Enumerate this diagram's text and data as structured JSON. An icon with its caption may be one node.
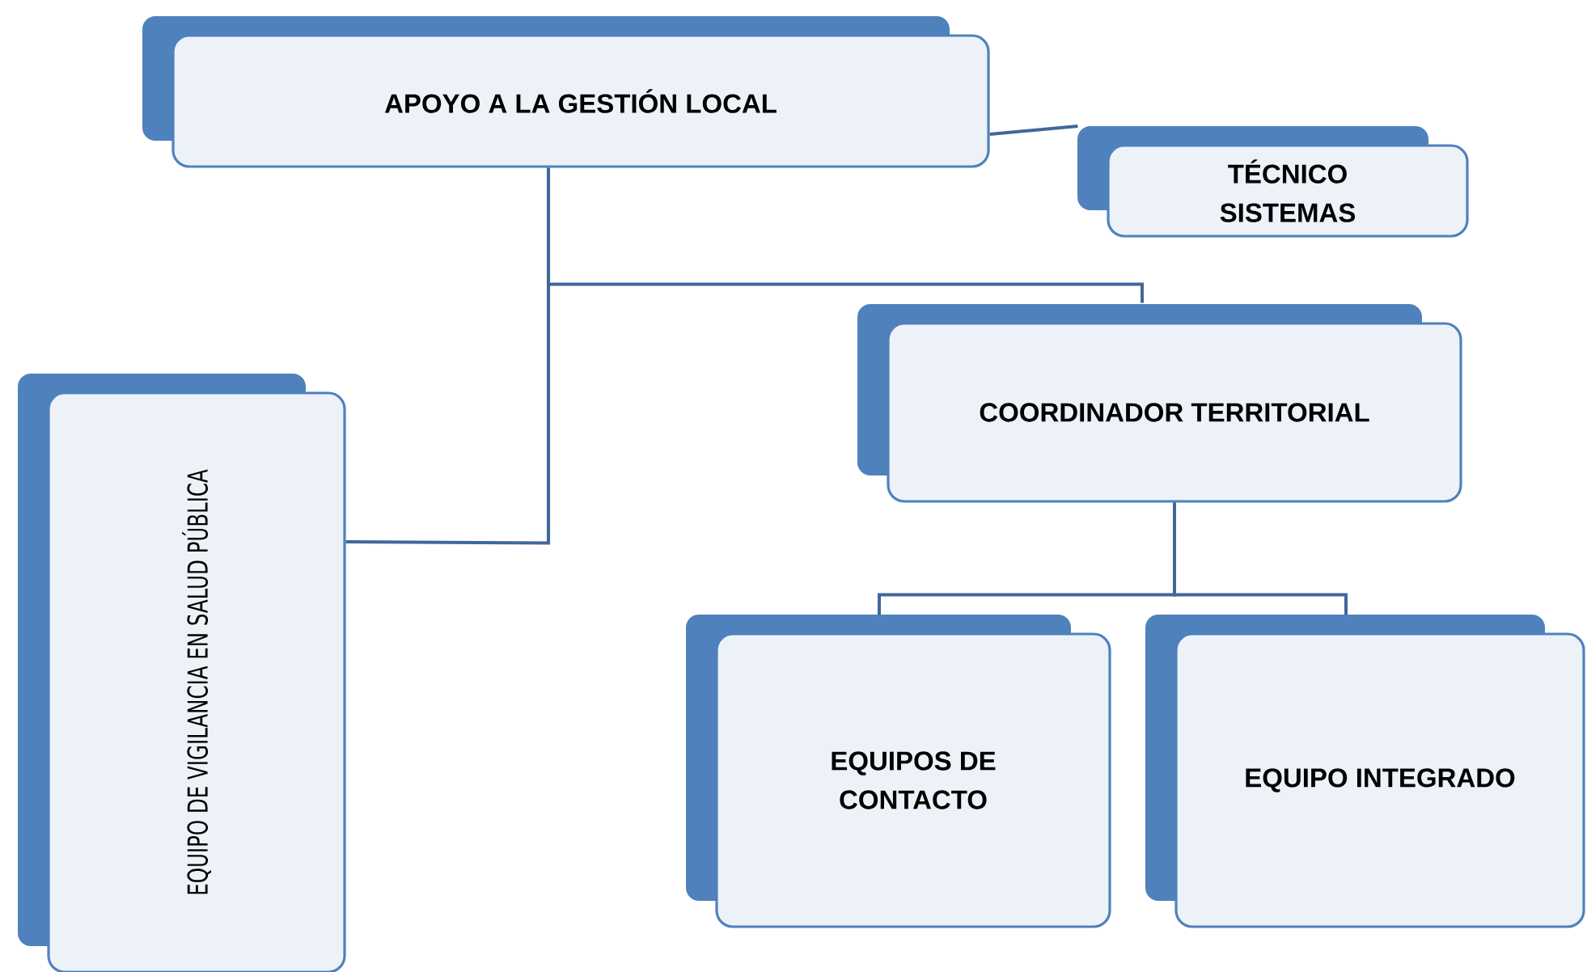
{
  "diagram": {
    "nodes": [
      {
        "text": [
          "APOYO A LA GESTIÓN LOCAL"
        ]
      },
      {
        "text": [
          "TÉCNICO SISTEMAS"
        ]
      },
      {
        "text": [
          "COORDINADOR TERRITORIAL"
        ]
      },
      {
        "text": [
          "EQUIPO DE VIGILANCIA EN SALUD PÚBLICA"
        ]
      },
      {
        "text": [
          "EQUIPOS DE CONTACTO"
        ]
      },
      {
        "text": [
          "EQUIPO INTEGRADO"
        ]
      }
    ],
    "edges": [
      {
        "from": 0,
        "to": 1,
        "arrow": "none"
      },
      {
        "from": 0,
        "to": 2,
        "arrow": "none"
      },
      {
        "from": 0,
        "to": 3,
        "arrow": "none"
      },
      {
        "from": 2,
        "to": 4,
        "arrow": "none"
      },
      {
        "from": 2,
        "to": 5,
        "arrow": "none"
      }
    ]
  }
}
